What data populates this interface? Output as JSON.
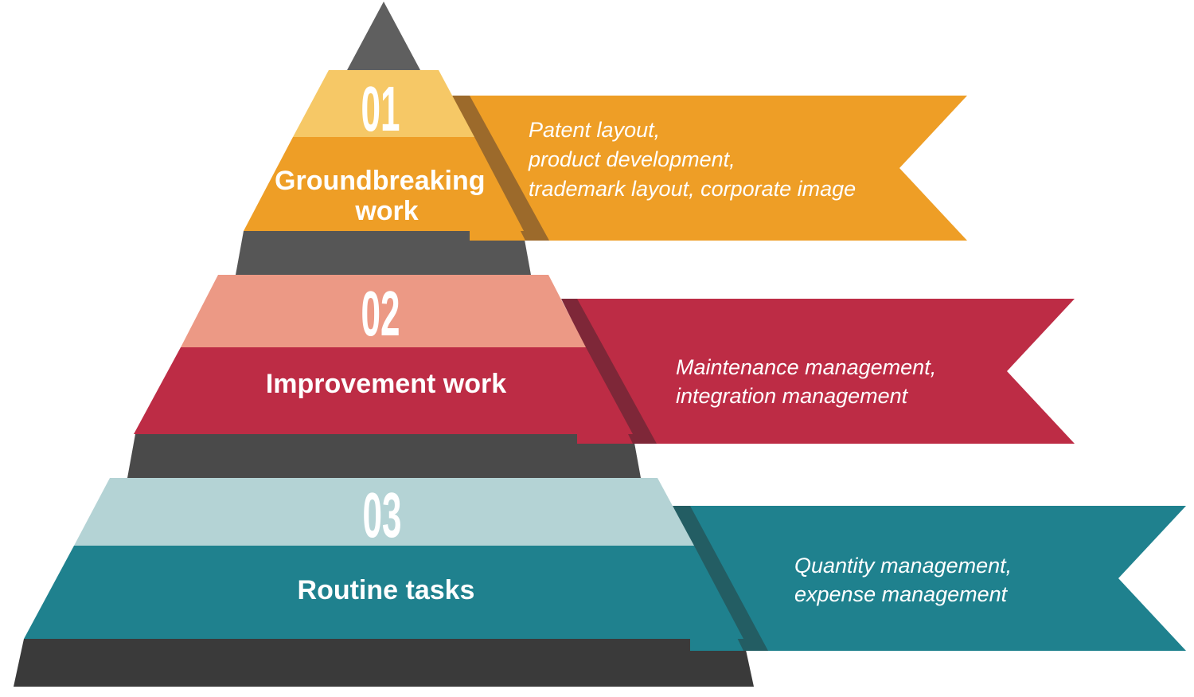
{
  "levels": [
    {
      "number": "01",
      "title_lines": [
        "Groundbreaking",
        "work"
      ],
      "description_lines": [
        "Patent layout,",
        "product development,",
        "trademark layout, corporate image"
      ],
      "colors": {
        "light": "#f6c866",
        "main": "#ee9e26",
        "ribbon": "#ee9e26",
        "fold": "#9c6a2b"
      }
    },
    {
      "number": "02",
      "title_lines": [
        "Improvement work"
      ],
      "description_lines": [
        "Maintenance management,",
        "integration management"
      ],
      "colors": {
        "light": "#ec9985",
        "main": "#bd2c45",
        "ribbon": "#bd2c45",
        "fold": "#7e2738"
      }
    },
    {
      "number": "03",
      "title_lines": [
        "Routine tasks"
      ],
      "description_lines": [
        "Quantity management,",
        "expense management"
      ],
      "colors": {
        "light": "#b4d3d5",
        "main": "#1f818e",
        "ribbon": "#1f818e",
        "fold": "#235d63"
      }
    }
  ],
  "pyramid_colors": [
    "#5f5f5f",
    "#565656",
    "#4a4a4a",
    "#3a3a3a"
  ]
}
